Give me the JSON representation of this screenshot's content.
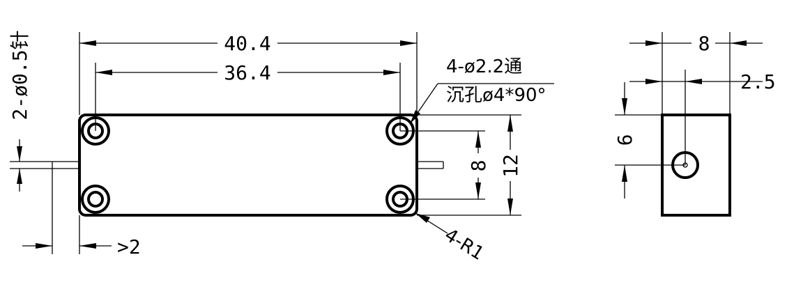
{
  "dimensions": {
    "overall_length": "40.4",
    "hole_spacing_length": "36.4",
    "pin_spacing": "8",
    "body_height": "12",
    "pin_length": ">2",
    "pin_diameter": "2-ø0.5针",
    "side_width": "8",
    "side_offset": "2.5",
    "side_height": "6"
  },
  "notes": {
    "hole_spec_1": "4-ø2.2通",
    "hole_spec_2": "沉孔ø4*90°",
    "corner_radius": "4-R1"
  }
}
